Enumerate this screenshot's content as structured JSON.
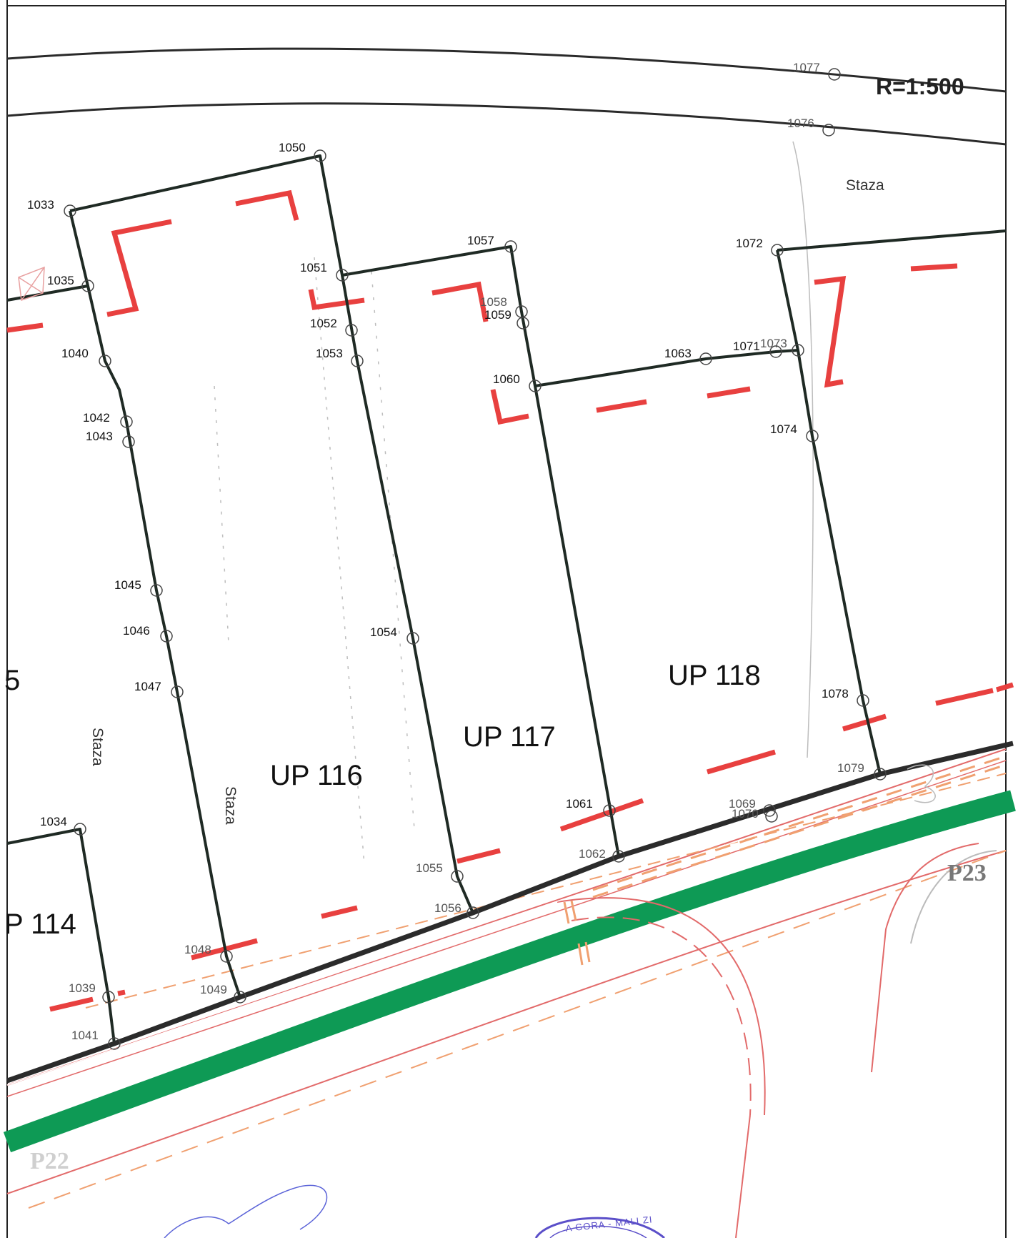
{
  "scale": "R=1:500",
  "parcels": [
    {
      "key": "up116",
      "label": "UP 116"
    },
    {
      "key": "up117",
      "label": "UP 117"
    },
    {
      "key": "up118",
      "label": "UP 118"
    },
    {
      "key": "up114",
      "label": "P 114"
    },
    {
      "key": "up115",
      "label": "5"
    }
  ],
  "paths": [
    "Staza",
    "Staza",
    "Staza"
  ],
  "zones": [
    "P23",
    "P22"
  ],
  "stamp": "A GORA - MALI ZI",
  "points": [
    {
      "id": "1033",
      "label": "1033"
    },
    {
      "id": "1034",
      "label": "1034"
    },
    {
      "id": "1035",
      "label": "1035"
    },
    {
      "id": "1039",
      "label": "1039"
    },
    {
      "id": "1040",
      "label": "1040"
    },
    {
      "id": "1041",
      "label": "1041"
    },
    {
      "id": "1042",
      "label": "1042"
    },
    {
      "id": "1043",
      "label": "1043"
    },
    {
      "id": "1045",
      "label": "1045"
    },
    {
      "id": "1046",
      "label": "1046"
    },
    {
      "id": "1047",
      "label": "1047"
    },
    {
      "id": "1048",
      "label": "1048"
    },
    {
      "id": "1049",
      "label": "1049"
    },
    {
      "id": "1050",
      "label": "1050"
    },
    {
      "id": "1051",
      "label": "1051"
    },
    {
      "id": "1052",
      "label": "1052"
    },
    {
      "id": "1053",
      "label": "1053"
    },
    {
      "id": "1054",
      "label": "1054"
    },
    {
      "id": "1055",
      "label": "1055"
    },
    {
      "id": "1056",
      "label": "1056"
    },
    {
      "id": "1057",
      "label": "1057"
    },
    {
      "id": "1058",
      "label": "1058"
    },
    {
      "id": "1059",
      "label": "1059"
    },
    {
      "id": "1060",
      "label": "1060"
    },
    {
      "id": "1061",
      "label": "1061"
    },
    {
      "id": "1062",
      "label": "1062"
    },
    {
      "id": "1063",
      "label": "1063"
    },
    {
      "id": "1069",
      "label": "1069"
    },
    {
      "id": "1070",
      "label": "1070"
    },
    {
      "id": "1071",
      "label": "1071"
    },
    {
      "id": "1072",
      "label": "1072"
    },
    {
      "id": "1073",
      "label": "1073"
    },
    {
      "id": "1074",
      "label": "1074"
    },
    {
      "id": "1076",
      "label": "1076"
    },
    {
      "id": "1077",
      "label": "1077"
    },
    {
      "id": "1078",
      "label": "1078"
    },
    {
      "id": "1079",
      "label": "1079"
    }
  ],
  "colors": {
    "boundary": "#1f2a24",
    "building_line": "#e8403f",
    "green_strip": "#0e9a55",
    "road_edge": "#e26a6a",
    "road_dashed": "#f0a070",
    "stamp": "#5b4fc9",
    "sketch": "#5b63d8"
  }
}
